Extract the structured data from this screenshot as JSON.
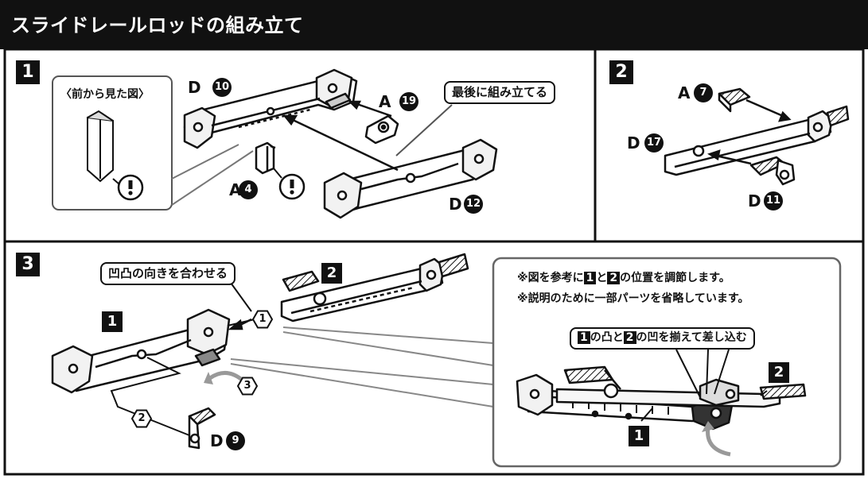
{
  "title": "スライドレールロッドの組み立て",
  "steps": [
    "1",
    "2",
    "3"
  ],
  "step1": {
    "front_view": "〈前から見た図〉",
    "callout": "最後に組み立てる",
    "parts": {
      "d10_letter": "D",
      "d10_num": "10",
      "a19_letter": "A",
      "a19_num": "19",
      "a4_letter": "A",
      "a4_num": "4",
      "d12_letter": "D",
      "d12_num": "12"
    },
    "caution": "!"
  },
  "step2": {
    "parts": {
      "a7_letter": "A",
      "a7_num": "7",
      "d17_letter": "D",
      "d17_num": "17",
      "d11_letter": "D",
      "d11_num": "11"
    }
  },
  "step3": {
    "callout": "凹凸の向きを合わせる",
    "labels": {
      "sub1": "1",
      "sub2": "2",
      "d9_letter": "D",
      "d9_num": "9"
    },
    "order": [
      "1",
      "2",
      "3"
    ],
    "note1_pre": "※図を参考に",
    "note1_a": "1",
    "note1_mid": "と",
    "note1_b": "2",
    "note1_post": "の位置を調節します。",
    "note2": "※説明のために一部パーツを省略しています。",
    "inner_callout_a": "1",
    "inner_callout_mid1": "の凸と",
    "inner_callout_b": "2",
    "inner_callout_post": "の凹を揃えて差し込む",
    "inset_label1": "1",
    "inset_label2": "2"
  }
}
